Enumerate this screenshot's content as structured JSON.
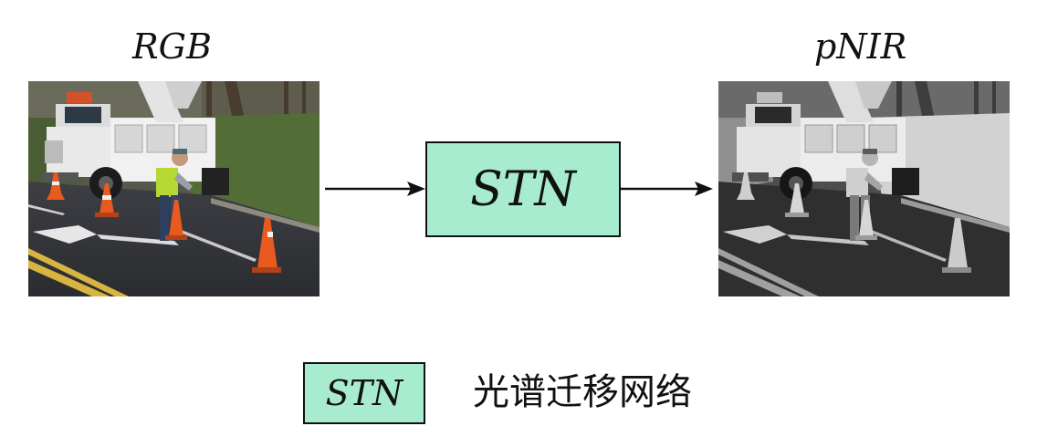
{
  "labels": {
    "input": "RGB",
    "output": "pNIR"
  },
  "network": {
    "name": "STN"
  },
  "legend": {
    "box_label": "STN",
    "description": "光谱迁移网络"
  },
  "colors": {
    "stn_fill": "#a8ecd0",
    "stroke": "#111111"
  }
}
